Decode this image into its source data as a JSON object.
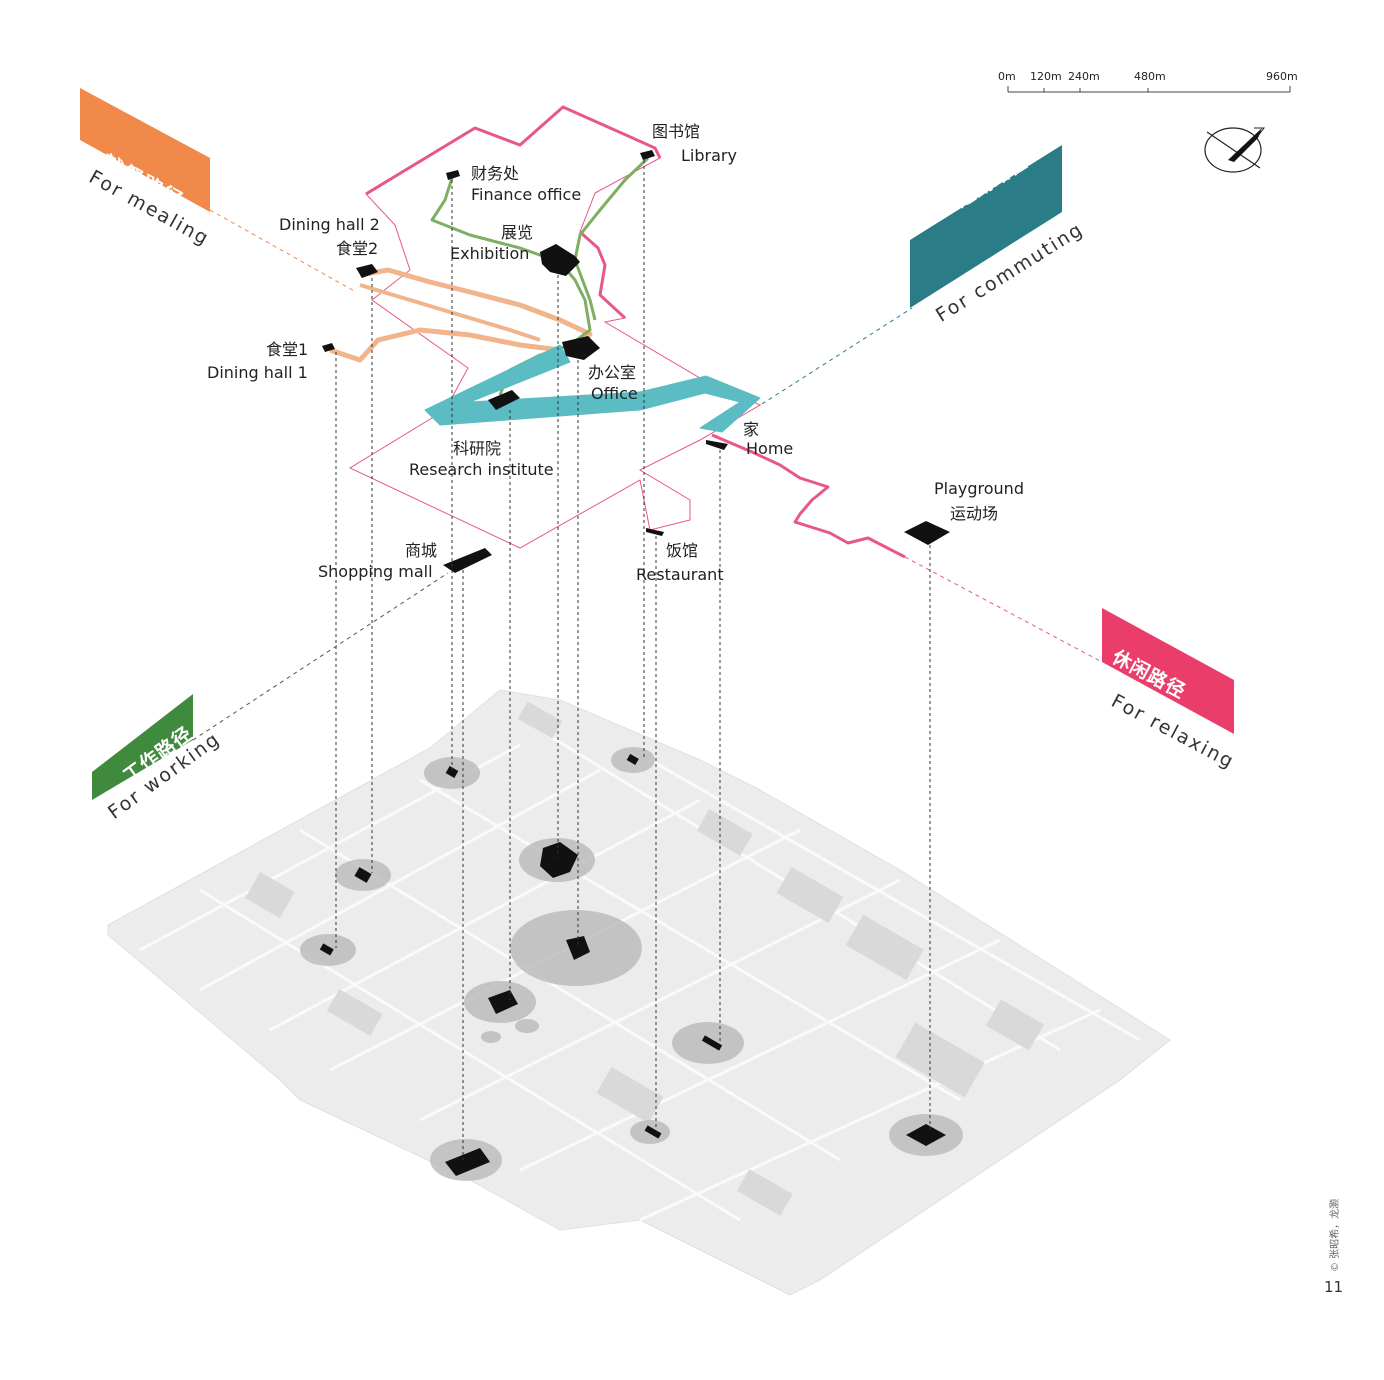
{
  "scale": {
    "ticks": [
      "0m",
      "120m",
      "240m",
      "480m",
      "960m"
    ]
  },
  "categories": {
    "mealing": {
      "cn": "就餐路径",
      "en": "For mealing",
      "color": "#f0894a"
    },
    "commuting": {
      "cn": "通勤路径",
      "en": "For commuting",
      "color": "#2a7c86"
    },
    "relaxing": {
      "cn": "休闲路径",
      "en": "For relaxing",
      "color": "#ea3d6a"
    },
    "working": {
      "cn": "工作路径",
      "en": "For working",
      "color": "#3f8a3c"
    }
  },
  "colors": {
    "meal_route": "#f2b48a",
    "commute_route": "#5bbcc3",
    "work_route": "#7fae62",
    "relax_route": "#e8578a",
    "boundary": "#e8578a"
  },
  "places": {
    "library": {
      "cn": "图书馆",
      "en": "Library"
    },
    "finance": {
      "cn": "财务处",
      "en": "Finance office"
    },
    "exhibition": {
      "cn": "展览",
      "en": "Exhibition"
    },
    "dining2": {
      "en": "Dining hall 2",
      "cn": "食堂2"
    },
    "dining1": {
      "cn": "食堂1",
      "en": "Dining hall 1"
    },
    "office": {
      "cn": "办公室",
      "en": "Office"
    },
    "home": {
      "cn": "家",
      "en": "Home"
    },
    "institute": {
      "cn": "科研院",
      "en": "Research institute"
    },
    "playground": {
      "en": "Playground",
      "cn": "运动场"
    },
    "mall": {
      "cn": "商城",
      "en": "Shopping mall"
    },
    "restaurant": {
      "cn": "饭馆",
      "en": "Restaurant"
    }
  },
  "credit": "© 张昭希，龙灏",
  "page_number": "11"
}
